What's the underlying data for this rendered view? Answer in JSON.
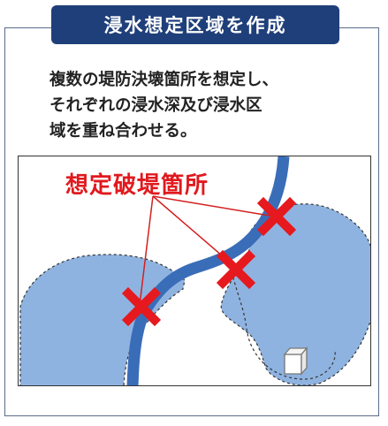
{
  "header": {
    "title": "浸水想定区域を作成"
  },
  "description": {
    "text": "複数の堤防決壊箇所を想定し、\nそれぞれの浸水深及び浸水区\n域を重ね合わせる。"
  },
  "diagram": {
    "break_label": "想定破堤箇所",
    "colors": {
      "river": "#3a6db8",
      "flood": "#8fb3e0",
      "marker": "#e5191e",
      "leader": "#d42020"
    }
  }
}
